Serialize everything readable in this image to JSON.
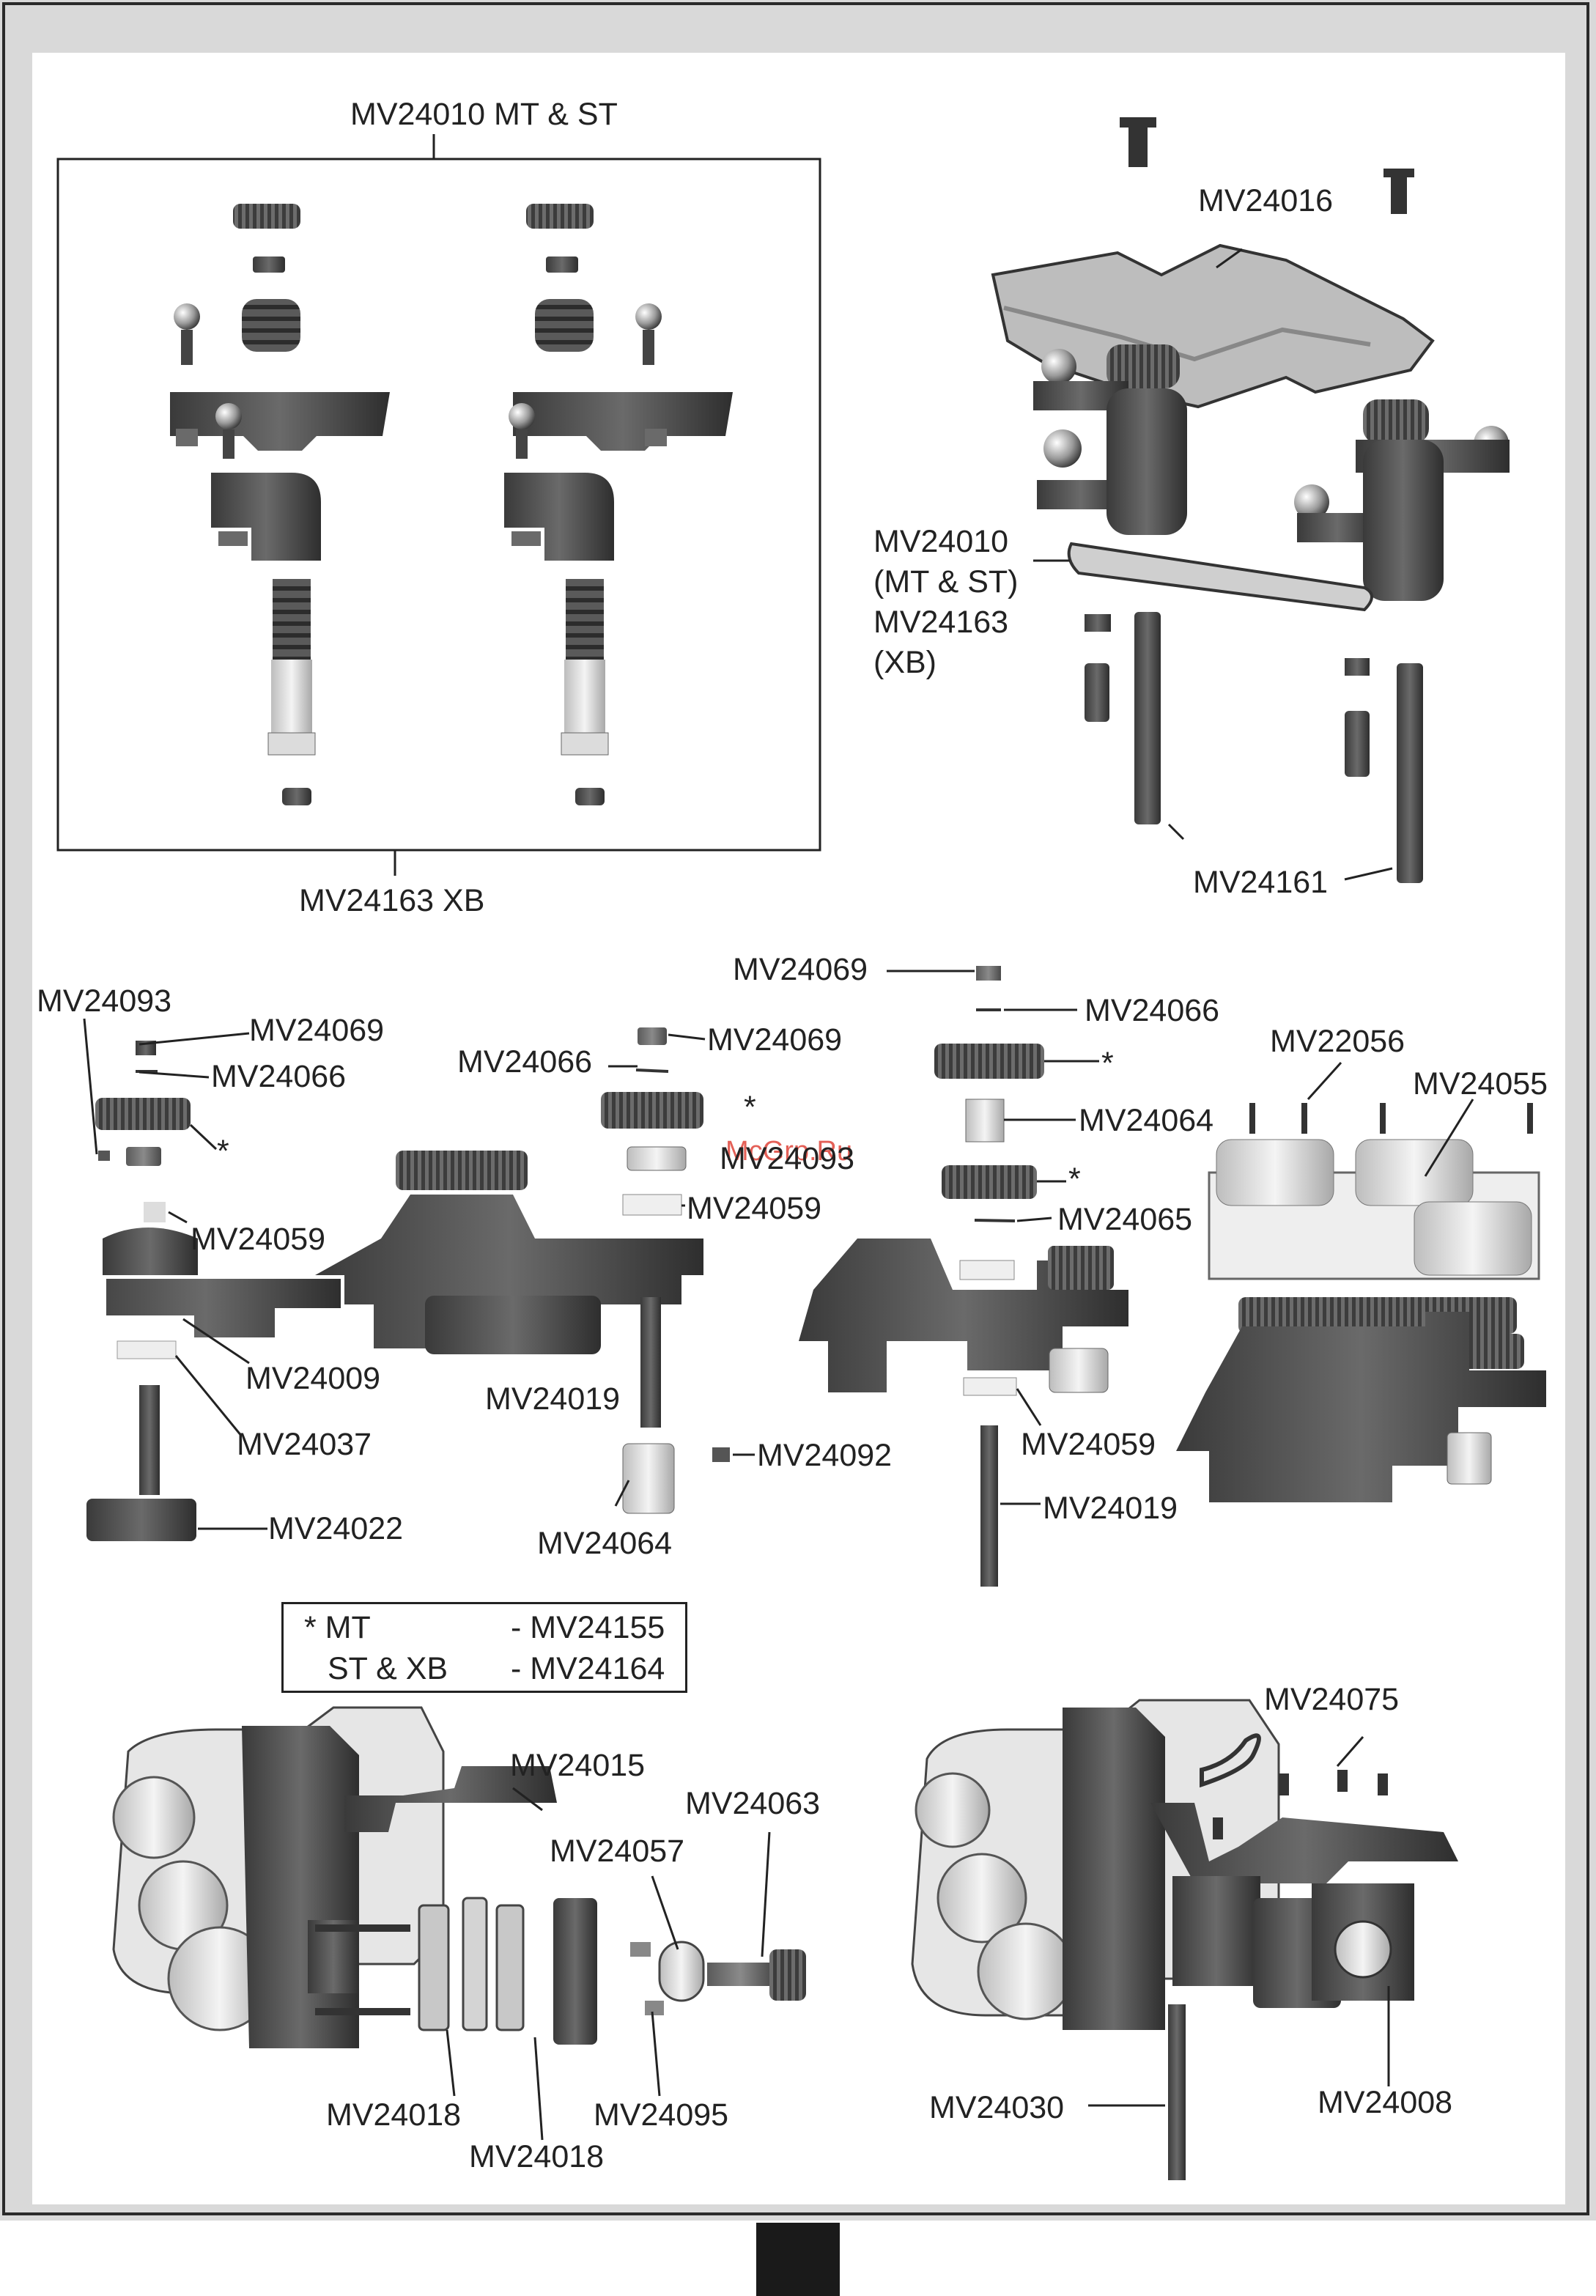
{
  "labels": {
    "mv24010_mt_st": "MV24010 MT & ST",
    "mv24163_xb": "MV24163 XB",
    "mv24016": "MV24016",
    "mv24010_l1": "MV24010",
    "mv24010_l2": "(MT & ST)",
    "mv24010_l3": "MV24163",
    "mv24010_l4": "(XB)",
    "mv24161": "MV24161",
    "mv24093_a": "MV24093",
    "mv24069_a": "MV24069",
    "mv24066_a": "MV24066",
    "mv24059_a": "MV24059",
    "mv24009": "MV24009",
    "mv24037": "MV24037",
    "mv24022": "MV24022",
    "mv24066_b": "MV24066",
    "mv24069_b": "MV24069",
    "mv24093_b": "MV24093",
    "mv24059_b": "MV24059",
    "mv24019_a": "MV24019",
    "mv24092": "MV24092",
    "mv24064_a": "MV24064",
    "mv24069_c": "MV24069",
    "mv24066_c": "MV24066",
    "mv24064_b": "MV24064",
    "mv24065": "MV24065",
    "mv24059_c": "MV24059",
    "mv24019_b": "MV24019",
    "mv22056": "MV22056",
    "mv24055": "MV24055",
    "mv24015": "MV24015",
    "mv24063": "MV24063",
    "mv24057": "MV24057",
    "mv24018_a": "MV24018",
    "mv24018_b": "MV24018",
    "mv24095": "MV24095",
    "mv24075": "MV24075",
    "mv24030": "MV24030",
    "mv24008": "MV24008",
    "star_1": "*",
    "star_2": "*",
    "star_3": "*",
    "star_4": "*"
  },
  "legend": {
    "row1_key": "* MT",
    "row1_val": "- MV24155",
    "row2_key": "ST & XB",
    "row2_val": "- MV24164"
  },
  "watermark": "McGrp.Ru"
}
